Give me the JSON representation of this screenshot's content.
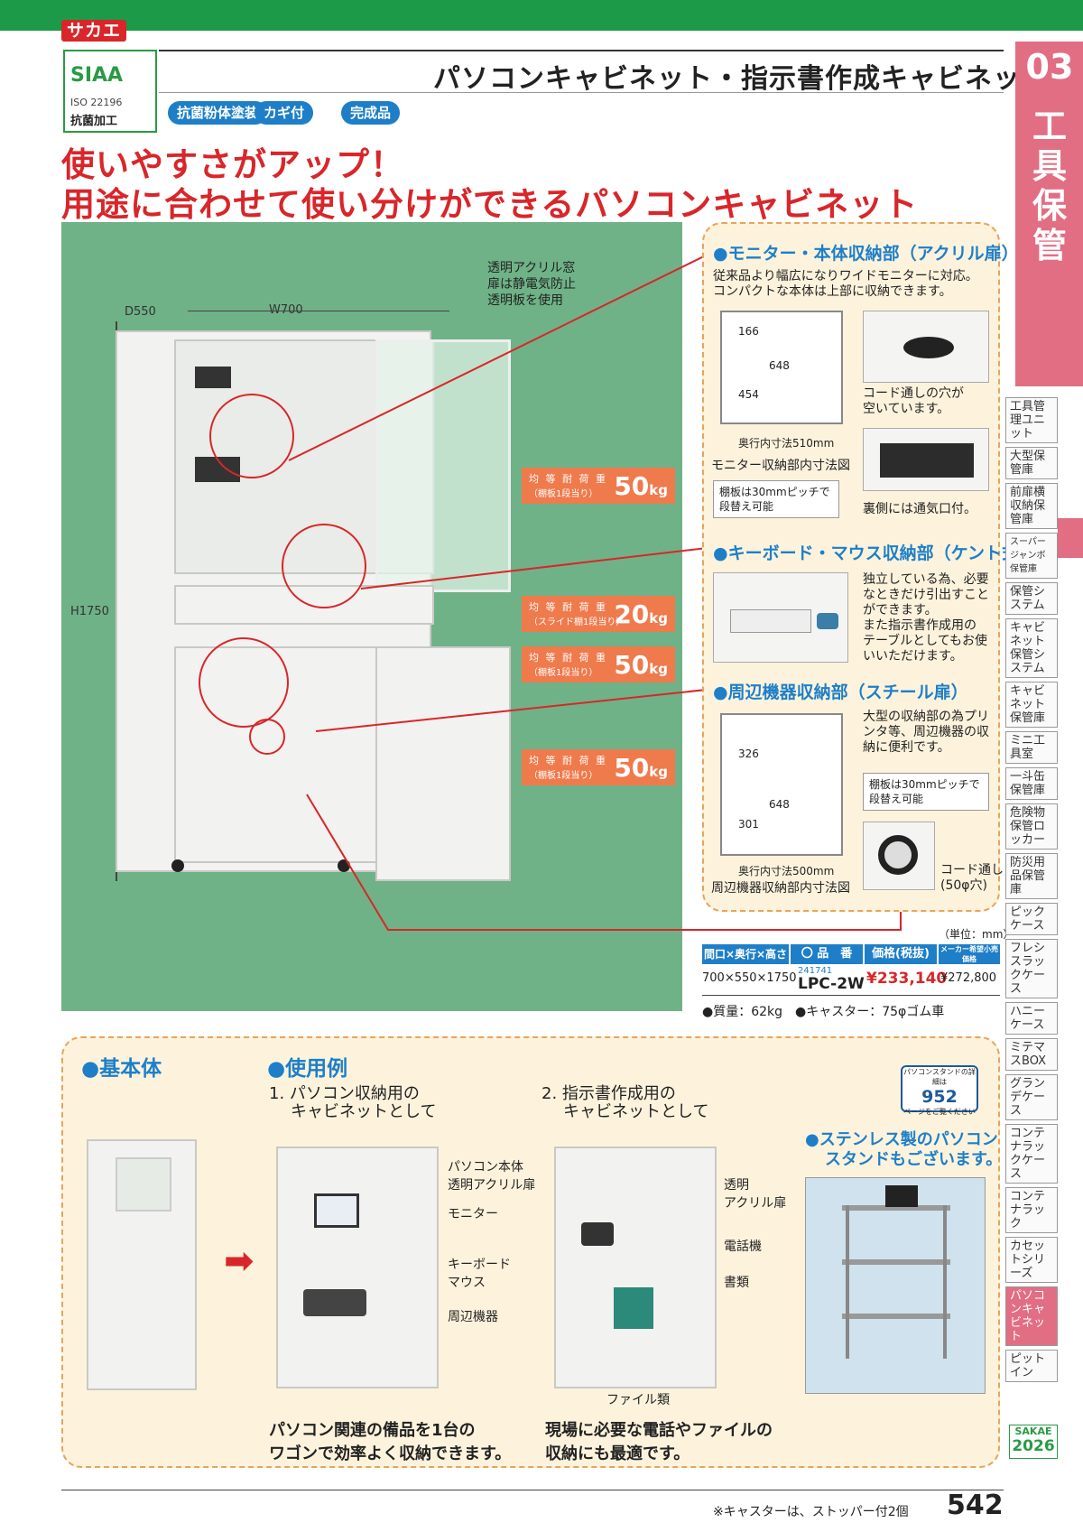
{
  "header": {
    "logo": "サカエ",
    "siaa": {
      "mark": "SIAA",
      "iso": "ISO 22196",
      "label": "抗菌加工"
    },
    "title": "パソコンキャビネット・指示書作成キャビネット",
    "badges": [
      "抗菌粉体塗装",
      "カギ付",
      "完成品"
    ],
    "chapter_num": "03",
    "chapter_word": "工具保管"
  },
  "headline": {
    "line1": "使いやすさがアップ！",
    "line2": "用途に合わせて使い分けができるパソコンキャビネット"
  },
  "photo": {
    "dims": {
      "depth": "D550",
      "width": "W700",
      "height": "H1750"
    },
    "callout_acrylic": [
      "透明アクリル窓",
      "扉は静電気防止",
      "透明板を使用"
    ],
    "loads": [
      {
        "l1": "均 等 耐 荷 重",
        "l2": "（棚板1段当り）",
        "value": "50",
        "unit": "kg"
      },
      {
        "l1": "均 等 耐 荷 重",
        "l2": "（スライド棚1段当り）",
        "value": "20",
        "unit": "kg"
      },
      {
        "l1": "均 等 耐 荷 重",
        "l2": "（棚板1段当り）",
        "value": "50",
        "unit": "kg"
      },
      {
        "l1": "均 等 耐 荷 重",
        "l2": "（棚板1段当り）",
        "value": "50",
        "unit": "kg"
      }
    ]
  },
  "info": {
    "monitor": {
      "title": "●モニター・本体収納部（アクリル扉）",
      "desc": [
        "従来品より幅広になりワイドモニターに対応。",
        "コンパクトな本体は上部に収納できます。"
      ],
      "d166": "166",
      "d648": "648",
      "d454": "454",
      "depth_note": "奥行内寸法510mm",
      "diagram_caption": "モニター収納部内寸法図",
      "shelf_note": [
        "棚板は30mmピッチで",
        "段替え可能"
      ],
      "hole_note": [
        "コード通しの穴が",
        "空いています。"
      ],
      "vent_note": "裏側には通気口付。"
    },
    "keyboard": {
      "title": "●キーボード・マウス収納部（ケント式扉）",
      "desc": [
        "独立している為、必要",
        "なときだけ引出すこと",
        "ができます。",
        "また指示書作成用の",
        "テーブルとしてもお使",
        "いいただけます。"
      ]
    },
    "peripheral": {
      "title": "●周辺機器収納部（スチール扉）",
      "desc": [
        "大型の収納部の為プリ",
        "ンタ等、周辺機器の収",
        "納に便利です。"
      ],
      "d326": "326",
      "d648": "648",
      "d301": "301",
      "shelf_note": [
        "棚板は30mmピッチで",
        "段替え可能"
      ],
      "depth_note": "奥行内寸法500mm",
      "diagram_caption": "周辺機器収納部内寸法図",
      "cord_note": [
        "コード通し",
        "(50φ穴)"
      ]
    }
  },
  "spec": {
    "unit": "（単位：mm）",
    "headers": [
      "間口×奥行×高さ",
      "〇 品　番",
      "価格(税抜)",
      "メーカー希望小売価格"
    ],
    "row": {
      "size": "700×550×1750",
      "code": "241741",
      "model": "LPC-2W",
      "price": "¥233,140",
      "retail": "¥272,800"
    },
    "notes": "●質量：62kg　●キャスター：75φゴム車"
  },
  "side_index": [
    "工具管理ユニット",
    "大型保管庫",
    "前扉横収納保管庫",
    "スーパージャンボ保管庫",
    "保管システム",
    "キャビネット保管システム",
    "キャビネット保管庫",
    "ミニ工具室",
    "一斗缶保管庫",
    "危険物保管ロッカー",
    "防災用品保管庫",
    "ピックケース",
    "フレシスラックケース",
    "ハニーケース",
    "ミテマスBOX",
    "グランデケース",
    "コンテナラックケース",
    "コンテナラック",
    "カセットシリーズ",
    "パソコンキャビネット",
    "ピットイン"
  ],
  "lower": {
    "basic": "●基本体",
    "usage": "●使用例",
    "step1": [
      "1. パソコン収納用の",
      "キャビネットとして"
    ],
    "step2": [
      "2. 指示書作成用の",
      "キャビネットとして"
    ],
    "labels1": [
      "パソコン本体",
      "透明アクリル扉",
      "モニター",
      "キーボード",
      "マウス",
      "周辺機器"
    ],
    "labels2": [
      "透明",
      "アクリル扉",
      "電話機",
      "書類",
      "ファイル類"
    ],
    "caption1": [
      "パソコン関連の備品を1台の",
      "ワゴンで効率よく収納できます。"
    ],
    "caption2": [
      "現場に必要な電話やファイルの",
      "収納にも最適です。"
    ],
    "stand_note_box": [
      "パソコンスタンドの詳細は",
      "952",
      "ページをご覧ください"
    ],
    "stand_title": [
      "●ステンレス製のパソコン",
      "スタンドもございます。"
    ]
  },
  "footer": {
    "note": "※キャスターは、ストッパー付2個",
    "page": "542",
    "sakae": [
      "SAKAE",
      "2026"
    ]
  }
}
